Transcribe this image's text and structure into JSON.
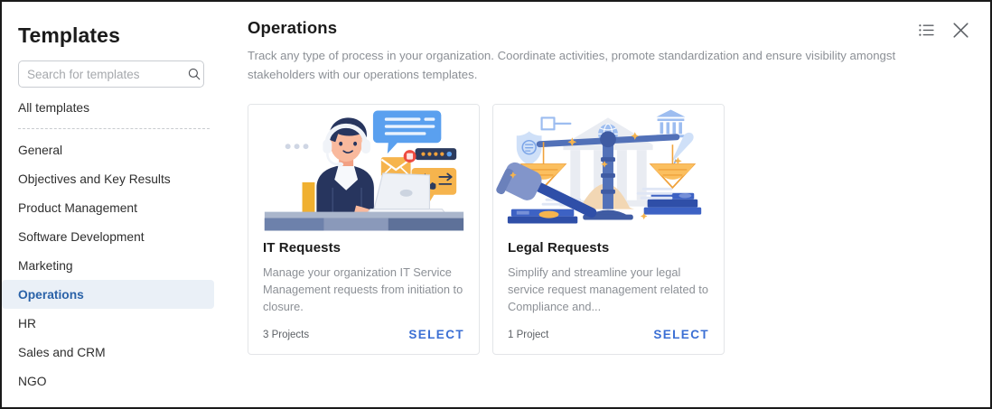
{
  "sidebar": {
    "title": "Templates",
    "search": {
      "value": "",
      "placeholder": "Search for templates",
      "icon": "search-icon"
    },
    "all_item": "All templates",
    "items": [
      {
        "label": "General",
        "active": false
      },
      {
        "label": "Objectives and Key Results",
        "active": false
      },
      {
        "label": "Product Management",
        "active": false
      },
      {
        "label": "Software Development",
        "active": false
      },
      {
        "label": "Marketing",
        "active": false
      },
      {
        "label": "Operations",
        "active": true
      },
      {
        "label": "HR",
        "active": false
      },
      {
        "label": "Sales and CRM",
        "active": false
      },
      {
        "label": "NGO",
        "active": false
      }
    ]
  },
  "main": {
    "title": "Operations",
    "description": "Track any type of process in your organization. Coordinate activities, promote standardization and ensure visibility amongst stakeholders with our operations templates.",
    "actions": [
      {
        "icon": "list-view-icon",
        "label": ""
      },
      {
        "icon": "close-icon",
        "label": ""
      }
    ],
    "cards": [
      {
        "title": "IT Requests",
        "description": "Manage your organization IT Service Management requests from initiation to closure.",
        "count": "3 Projects",
        "select": "SELECT",
        "art": "support-agent-illustration"
      },
      {
        "title": "Legal Requests",
        "description": "Simplify and streamline your legal service request management related to Compliance and...",
        "count": "1 Project",
        "select": "SELECT",
        "art": "legal-scales-illustration"
      }
    ]
  },
  "colors": {
    "accent_blue": "#3b6fd4",
    "active_nav_bg": "#eaf0f7",
    "active_nav_text": "#2a62a8",
    "muted_text": "#8c9096",
    "border": "#e3e5e8"
  }
}
